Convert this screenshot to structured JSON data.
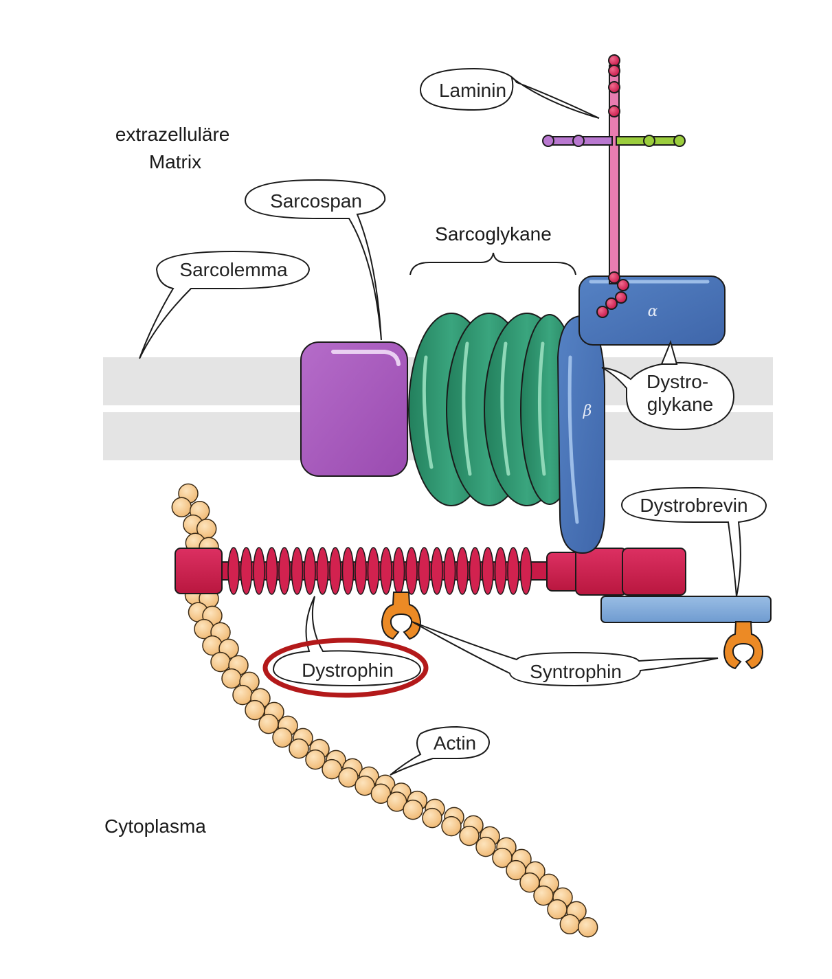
{
  "regions": {
    "extracellular": [
      "extrazelluläre",
      "Matrix"
    ],
    "cytoplasm": "Cytoplasma",
    "sarcoglycans": "Sarcoglykane"
  },
  "labels": {
    "laminin": "Laminin",
    "sarcospan": "Sarcospan",
    "sarcolemma": "Sarcolemma",
    "dystroglycans": [
      "Dystro-",
      "glykane"
    ],
    "dystrobrevin": "Dystrobrevin",
    "dystrophin": "Dystrophin",
    "syntrophin": "Syntrophin",
    "actin": "Actin"
  },
  "subunits": {
    "alpha": "α",
    "beta": "β"
  },
  "highlight": {
    "target": "dystrophin",
    "color": "#b3191a"
  },
  "colors": {
    "membrane": "#e4e4e4",
    "sarcospan": "#a95bbd",
    "sarcoglycan": "#2d8f6a",
    "dystroglycan": "#4a72b5",
    "dystrophin": "#cc1e4d",
    "dystrobrevin": "#84acd9",
    "syntrophin": "#ec8a25",
    "actin": "#f6c88a",
    "laminin_stem": "#e87db1",
    "laminin_left": "#b978d0",
    "laminin_right": "#9bcd3d"
  }
}
